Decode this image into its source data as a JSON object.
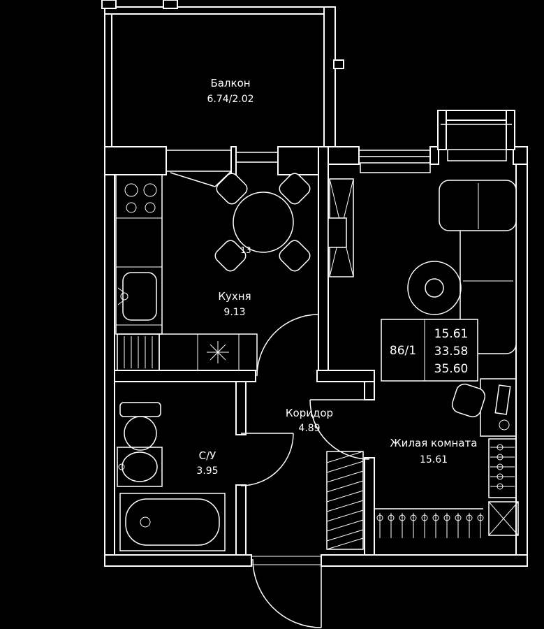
{
  "colors": {
    "background": "#000000",
    "line": "#ffffff",
    "text": "#ffffff"
  },
  "rooms": {
    "balcony": {
      "label": "Балкон",
      "area": "6.74/2.02"
    },
    "kitchen": {
      "label": "Кухня",
      "area": "9.13",
      "note": "13"
    },
    "corridor": {
      "label": "Коридор",
      "area": "4.89"
    },
    "bathroom": {
      "label": "С/У",
      "area": "3.95"
    },
    "living_room": {
      "label": "Жилая комната",
      "area": "15.61"
    }
  },
  "info_box": {
    "unit_number": "86/1",
    "living_area": "15.61",
    "apartment_area": "33.58",
    "total_area": "35.60"
  }
}
